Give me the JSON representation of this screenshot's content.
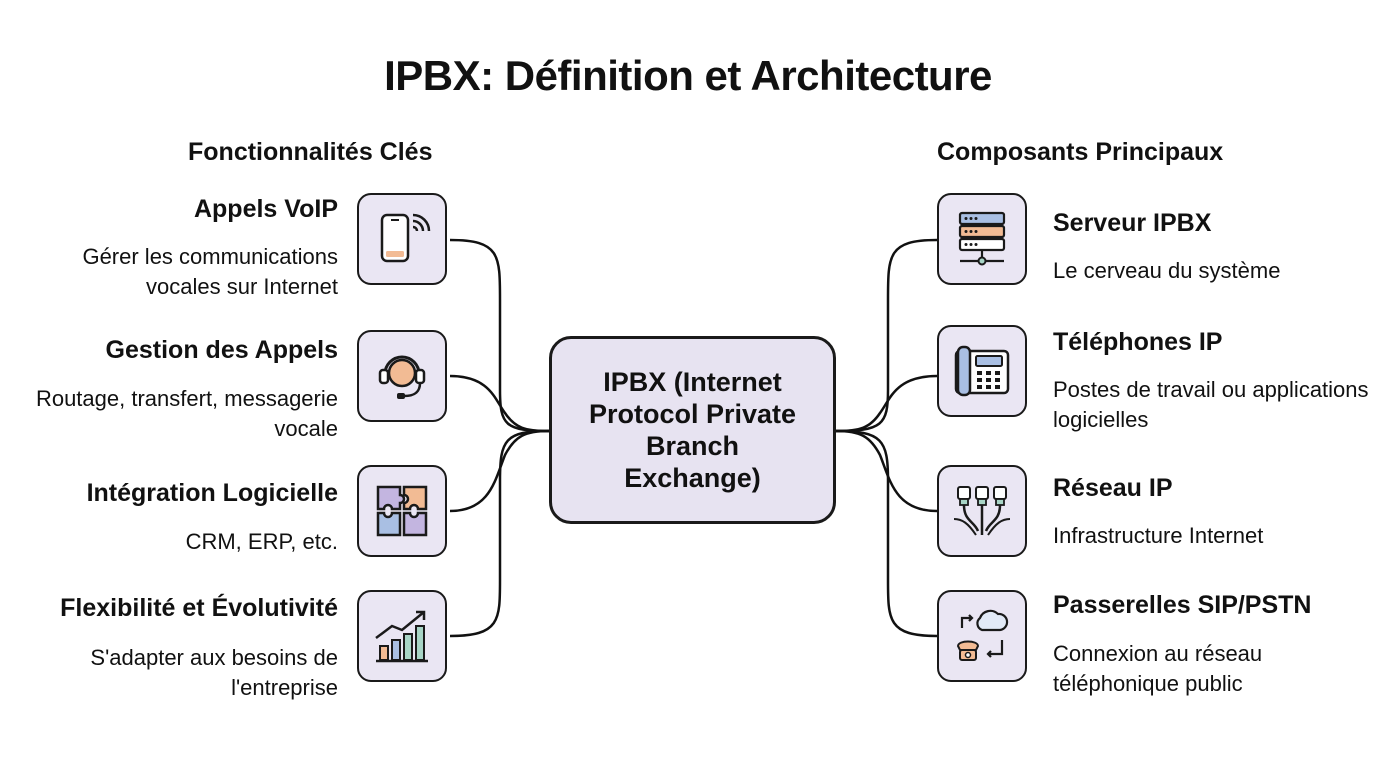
{
  "title": "IPBX: Définition et Architecture",
  "center": "IPBX (Internet Protocol Private Branch Exchange)",
  "left": {
    "heading": "Fonctionnalités Clés",
    "items": [
      {
        "title": "Appels VoIP",
        "desc": "Gérer les communications vocales sur Internet",
        "icon": "smartphone-wifi-icon"
      },
      {
        "title": "Gestion des Appels",
        "desc": "Routage, transfert, messagerie vocale",
        "icon": "headset-agent-icon"
      },
      {
        "title": "Intégration Logicielle",
        "desc": "CRM, ERP, etc.",
        "icon": "puzzle-icon"
      },
      {
        "title": "Flexibilité et Évolutivité",
        "desc": "S'adapter aux besoins de l'entreprise",
        "icon": "growth-chart-icon"
      }
    ]
  },
  "right": {
    "heading": "Composants Principaux",
    "items": [
      {
        "title": "Serveur IPBX",
        "desc": "Le cerveau du système",
        "icon": "server-icon"
      },
      {
        "title": "Téléphones IP",
        "desc": "Postes de travail ou applications logicielles",
        "icon": "desk-phone-icon"
      },
      {
        "title": "Réseau IP",
        "desc": "Infrastructure Internet",
        "icon": "network-cables-icon"
      },
      {
        "title": "Passerelles SIP/PSTN",
        "desc": "Connexion au réseau téléphonique public",
        "icon": "gateway-cloud-phone-icon"
      }
    ]
  },
  "colors": {
    "box_fill": "#eae6f3",
    "center_fill": "#e7e3f1",
    "accent_orange": "#f2bb94",
    "accent_blue": "#a9bfe3",
    "accent_green": "#a8d5c6",
    "accent_purple": "#c3b5e0"
  }
}
